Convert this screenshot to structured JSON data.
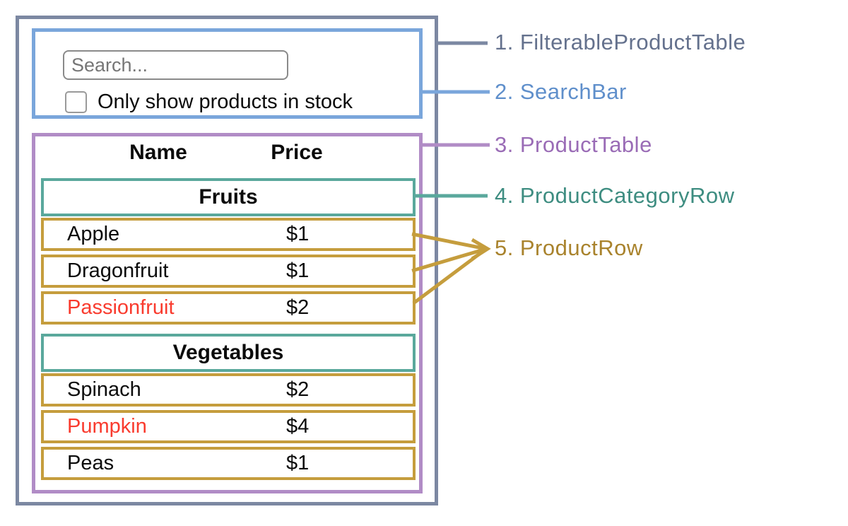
{
  "title": "Thinking in React component hierarchy diagram",
  "colors": {
    "slate": "#7c88a2",
    "blue": "#7aa6db",
    "purple": "#b18cc6",
    "teal": "#5aa89c",
    "gold": "#c59d3d",
    "label_slate": "#64718d",
    "label_blue": "#5f8fcb",
    "label_purple": "#9a6cb6",
    "label_teal": "#3e8d81",
    "label_gold": "#a9832d",
    "red_text": "#f93b2e"
  },
  "search": {
    "placeholder": "Search...",
    "checkbox_label": "Only show products in stock",
    "checked": false
  },
  "table": {
    "headers": [
      "Name",
      "Price"
    ],
    "sections": [
      {
        "category": "Fruits",
        "rows": [
          {
            "name": "Apple",
            "price": "$1"
          },
          {
            "name": "Dragonfruit",
            "price": "$1"
          },
          {
            "name": "Passionfruit",
            "price": "$2",
            "name_color_key": "red_text"
          }
        ]
      },
      {
        "category": "Vegetables",
        "rows": [
          {
            "name": "Spinach",
            "price": "$2"
          },
          {
            "name": "Pumpkin",
            "price": "$4",
            "name_color_key": "red_text"
          },
          {
            "name": "Peas",
            "price": "$1"
          }
        ]
      }
    ]
  },
  "labels": [
    {
      "num": "1.",
      "name": "FilterableProductTable",
      "color_key": "label_slate"
    },
    {
      "num": "2.",
      "name": "SearchBar",
      "color_key": "label_blue"
    },
    {
      "num": "3.",
      "name": "ProductTable",
      "color_key": "label_purple"
    },
    {
      "num": "4.",
      "name": "ProductCategoryRow",
      "color_key": "label_teal"
    },
    {
      "num": "5.",
      "name": "ProductRow",
      "color_key": "label_gold"
    }
  ]
}
